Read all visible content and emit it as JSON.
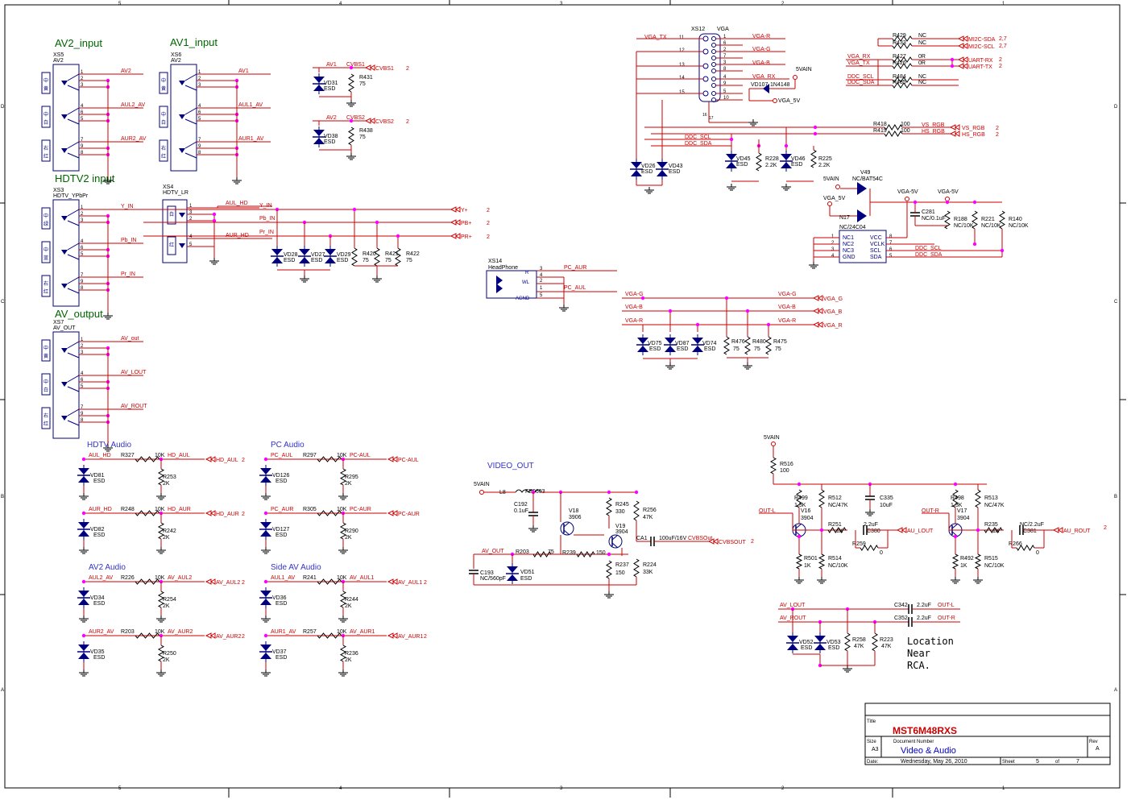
{
  "colors": {
    "wire": "#cc0000",
    "comp": "#000080",
    "dot": "#ff00ff",
    "text": "#000000",
    "section": "#006600",
    "blue_label": "#3333cc",
    "title": "#cc0000"
  },
  "border": {
    "top_cols": [
      "5",
      "4",
      "3",
      "2",
      "1"
    ],
    "bottom_cols": [
      "5",
      "4",
      "3",
      "2",
      "1"
    ],
    "rows": [
      "D",
      "C",
      "B",
      "A"
    ]
  },
  "sections": {
    "av2_input": "AV2_input",
    "av1_input": "AV1_input",
    "hdtv2_input": "HDTV2 input",
    "av_output": "AV_output"
  },
  "audio_titles": {
    "hdtv": "HDTV Audio",
    "pc": "PC Audio",
    "av2": "AV2 Audio",
    "side": "Side AV Audio",
    "video_out": "VIDEO_OUT"
  },
  "connectors": [
    {
      "ref": "XS5",
      "part": "AV2",
      "pins": [
        "1",
        "2",
        "3",
        "4",
        "6",
        "5",
        "7",
        "9",
        "8"
      ],
      "nets": [
        "AV2",
        "",
        "",
        "AUL2_AV",
        "",
        "",
        "AUR2_AV",
        "",
        ""
      ]
    },
    {
      "ref": "XS6",
      "part": "AV2",
      "pins": [
        "1",
        "2",
        "3",
        "4",
        "6",
        "5",
        "7",
        "9",
        "8"
      ],
      "nets": [
        "AV1",
        "",
        "",
        "AUL1_AV",
        "",
        "",
        "AUR1_AV",
        "",
        ""
      ]
    },
    {
      "ref": "XS3",
      "part": "HDTV_YPbPr",
      "pins": [
        "1",
        "2",
        "3",
        "4",
        "6",
        "5",
        "7",
        "9",
        "8"
      ],
      "nets": [
        "Y_IN",
        "",
        "",
        "Pb_IN",
        "",
        "",
        "Pr_IN",
        "",
        ""
      ]
    },
    {
      "ref": "XS7",
      "part": "AV_OUT",
      "pins": [
        "1",
        "2",
        "3",
        "4",
        "6",
        "5",
        "7",
        "9",
        "8"
      ],
      "nets": [
        "AV_out",
        "",
        "",
        "AV_LOUT",
        "",
        "",
        "AV_ROUT",
        "",
        ""
      ]
    }
  ],
  "jack_colors": [
    "黄",
    "白",
    "红"
  ],
  "jack_colors_ypbpr": [
    "绿",
    "蓝",
    "红"
  ],
  "jack_side": [
    "中",
    "中",
    "右"
  ],
  "xs4": {
    "ref": "XS4",
    "part": "HDTV_LR",
    "pins": [
      "1",
      "3",
      "2",
      "4",
      "5"
    ],
    "nets": [
      "AUL_HD",
      "AUR_HD"
    ],
    "glyphs": [
      "白",
      "红"
    ]
  },
  "cvbs": [
    {
      "net": "AV1",
      "port": "CVBS1",
      "ref": "VD31",
      "esd": "ESD",
      "res": "R431",
      "val": "75",
      "sheet": "2"
    },
    {
      "net": "AV2",
      "port": "CVBS2",
      "ref": "VD38",
      "esd": "ESD",
      "res": "R438",
      "val": "75",
      "sheet": "2"
    }
  ],
  "ypbpr_out": {
    "ports": [
      "Y+",
      "PB+",
      "PR+"
    ],
    "sheet": "2",
    "nets": [
      "Y_IN",
      "Pb_IN",
      "Pr_IN"
    ],
    "diodes": [
      "VD28",
      "VD27",
      "VD29"
    ],
    "res": [
      "R420",
      "R421",
      "R422"
    ],
    "val": "75",
    "esd": "ESD"
  },
  "vga": {
    "ref": "XS12",
    "part": "VGA",
    "left_pins": [
      "11",
      "12",
      "13",
      "14",
      "15"
    ],
    "right_pins": [
      "1",
      "6",
      "2",
      "7",
      "3",
      "8",
      "4",
      "9",
      "5",
      "10"
    ],
    "left_nets": [
      "VGA_TX"
    ],
    "right_nets": [
      "VGA-R",
      "VGA-G",
      "VGA-B",
      "VGA_RX"
    ],
    "pwr": "5VAIN",
    "vd107": "VD107",
    "diode": "1N4148",
    "vga5v": "VGA_5V",
    "gnd_pins": [
      "16",
      "17"
    ]
  },
  "mux_res": [
    {
      "ref": "R429",
      "val": "NC",
      "port": "MI2C-SDA",
      "sheet": "2,7"
    },
    {
      "ref": "R433",
      "val": "NC",
      "port": "MI2C-SCL",
      "sheet": "2,7"
    },
    {
      "ref": "R427",
      "val": "0R",
      "port": "UART-RX",
      "sheet": "2",
      "net": "VGA_RX"
    },
    {
      "ref": "R426",
      "val": "0R",
      "port": "UART-TX",
      "sheet": "2",
      "net": "VGA_TX"
    },
    {
      "ref": "R484",
      "val": "NC",
      "net": "DDC_SCL"
    },
    {
      "ref": "R485",
      "val": "NC",
      "net": "DDC_SDA"
    }
  ],
  "sync": [
    {
      "ref": "R418",
      "val": "100",
      "net": "VS_RGB",
      "sheet": "2"
    },
    {
      "ref": "R419",
      "val": "100",
      "net": "HS_RGB",
      "sheet": "2"
    }
  ],
  "ddc_nets": [
    "DDC_SCL",
    "DDC_SDA"
  ],
  "ddc_parts": [
    {
      "ref": "VD26",
      "t": "ESD"
    },
    {
      "ref": "VD43",
      "t": "ESD"
    },
    {
      "ref": "VD45",
      "t": "ESD"
    },
    {
      "ref": "R228",
      "t": "2.2K"
    },
    {
      "ref": "VD46",
      "t": "ESD"
    },
    {
      "ref": "R225",
      "t": "2.2K"
    }
  ],
  "eeprom": {
    "v49": "V49",
    "v49_part": "NC/BAT54C",
    "pwr1": "5VAIN",
    "pwr2": "VGA_5V",
    "ref": "N17",
    "part": "NC/24C04",
    "lpins": [
      "1",
      "2",
      "3",
      "4"
    ],
    "lnames": [
      "NC1",
      "NC2",
      "NC3",
      "GND"
    ],
    "rpins": [
      "8",
      "7",
      "6",
      "5"
    ],
    "rnames": [
      "VCC",
      "VCLK",
      "SCL",
      "SDA"
    ],
    "rails": [
      "VGA-5V",
      "VGA-5V"
    ],
    "cap": "C281",
    "cap_val": "NC/0.1uF",
    "r": [
      {
        "ref": "R188",
        "val": "NC/10K"
      },
      {
        "ref": "R221",
        "val": "NC/10K"
      },
      {
        "ref": "R140",
        "val": "NC/10K"
      }
    ],
    "nets": [
      "DDC_SCL",
      "DDC_SDA"
    ]
  },
  "headphone": {
    "ref": "XS14",
    "part": "HeadPhone",
    "pins": [
      "3",
      "4",
      "2",
      "1",
      "5"
    ],
    "nets": [
      "PC_AUR",
      "PC_AUL"
    ],
    "gnd": "AGND",
    "glyphs": [
      "R",
      "WL"
    ]
  },
  "rgb_out": {
    "nets": [
      "VGA-G",
      "VGA-B",
      "VGA-R"
    ],
    "ports": [
      "VGA_G",
      "VGA_B",
      "VGA_R"
    ],
    "diodes": [
      "VD75",
      "VD87",
      "VD74"
    ],
    "res": [
      "R476",
      "R480",
      "R475"
    ],
    "val": "75",
    "esd": "ESD"
  },
  "audio_channels": [
    {
      "title": "hdtv",
      "net": "AUL_HD",
      "r": "R327",
      "rv": "10K",
      "port": "HD_AUL",
      "pd": "R253",
      "pdv": "2K",
      "vd": "VD81",
      "sheet": "2"
    },
    {
      "title": "hdtv",
      "net": "AUR_HD",
      "r": "R248",
      "rv": "10K",
      "port": "HD_AUR",
      "pd": "R242",
      "pdv": "2K",
      "vd": "VD82",
      "sheet": "2"
    },
    {
      "title": "av2",
      "net": "AUL2_AV",
      "r": "R226",
      "rv": "10K",
      "port": "AV_AUL2",
      "pd": "R254",
      "pdv": "2K",
      "vd": "VD34",
      "sheet": "2"
    },
    {
      "title": "av2",
      "net": "AUR2_AV",
      "r": "R203",
      "rv": "10K",
      "port": "AV_AUR2",
      "pd": "R250",
      "pdv": "2K",
      "vd": "VD35",
      "sheet": "2"
    },
    {
      "title": "pc",
      "net": "PC_AUL",
      "r": "R297",
      "rv": "10K",
      "port": "PC-AUL",
      "pd": "R295",
      "pdv": "2K",
      "vd": "VD126",
      "sheet": ""
    },
    {
      "title": "pc",
      "net": "PC_AUR",
      "r": "R305",
      "rv": "10K",
      "port": "PC-AUR",
      "pd": "R290",
      "pdv": "2K",
      "vd": "VD127",
      "sheet": ""
    },
    {
      "title": "side",
      "net": "AUL1_AV",
      "r": "R241",
      "rv": "10K",
      "port": "AV_AUL1",
      "pd": "R244",
      "pdv": "2K",
      "vd": "VD36",
      "sheet": "2"
    },
    {
      "title": "side",
      "net": "AUR1_AV",
      "r": "R257",
      "rv": "10K",
      "port": "AV_AUR1",
      "pd": "R236",
      "pdv": "2K",
      "vd": "VD37",
      "sheet": "2"
    }
  ],
  "esd": "ESD",
  "video_out": {
    "pwr": "5VAIN",
    "l": "L8",
    "fb": "FB0603",
    "c192": "C192",
    "c192v": "0.1uF",
    "v18": "V18",
    "v18p": "3906",
    "v19": "V19",
    "v19p": "3904",
    "r245": "R245",
    "r245v": "330",
    "r256": "R256",
    "r256v": "47K",
    "ca1": "CA1",
    "ca1v": "100uF/16V",
    "port": "CVBSOut",
    "portnet": "CVBSOUT",
    "sheet": "2",
    "net": "AV_OUT",
    "r203": "R203",
    "r203v": "75",
    "r239": "R239",
    "r239v": "150",
    "c193": "C193",
    "c193v": "NC/560pF",
    "vd51": "VD51",
    "r237": "R237",
    "r237v": "150",
    "r224": "R224",
    "r224v": "33K"
  },
  "audio_out": {
    "pwr": "5VAIN",
    "r516": "R516",
    "r516v": "100",
    "l": {
      "net": "OUT-L",
      "r1": "R499",
      "r1v": "1.5K",
      "r2": "R512",
      "r2v": "NC/47K",
      "q": "V16",
      "qp": "3904",
      "rb": "R251",
      "rbv": "1K",
      "c": "C380",
      "cv": "2.2uF",
      "port": "AU_LOUT",
      "rf": "R259",
      "rfv": "0",
      "re": "R501",
      "rev": "1K",
      "r3": "R514",
      "r3v": "NC/10K",
      "cap": "C335",
      "capv": "10uF"
    },
    "r": {
      "net": "OUT-R",
      "r1": "R498",
      "r1v": "1.5K",
      "r2": "R513",
      "r2v": "NC/47K",
      "q": "V17",
      "qp": "3904",
      "rb": "R235",
      "rbv": "1K",
      "c": "C381",
      "cv": "NC/2.2uF",
      "port": "AU_ROUT",
      "sheet": "2",
      "rf": "R266",
      "rfv": "0",
      "re": "R492",
      "rev": "1K",
      "r3": "R515",
      "r3v": "NC/10K"
    }
  },
  "rca_out": {
    "nets": [
      "AV_LOUT",
      "AV_ROUT"
    ],
    "caps": [
      "C342",
      "C352"
    ],
    "capv": "2.2uF",
    "outs": [
      "OUT-L",
      "OUT-R"
    ],
    "vd": [
      "VD52",
      "VD53"
    ],
    "r": [
      {
        "ref": "R258",
        "val": "47K"
      },
      {
        "ref": "R223",
        "val": "47K"
      }
    ],
    "note": [
      "Location",
      "Near",
      "RCA."
    ]
  },
  "title_block": {
    "title_lbl": "Title",
    "title": "MST6M48RXS",
    "size_lbl": "Size",
    "size": "A3",
    "doc_lbl": "Document Number",
    "doc": "Video & Audio",
    "rev_lbl": "Rev",
    "rev": "A",
    "date_lbl": "Date:",
    "date": "Wednesday, May 26, 2010",
    "sheet_lbl": "Sheet",
    "sheet": "5",
    "of_lbl": "of",
    "of": "7"
  }
}
